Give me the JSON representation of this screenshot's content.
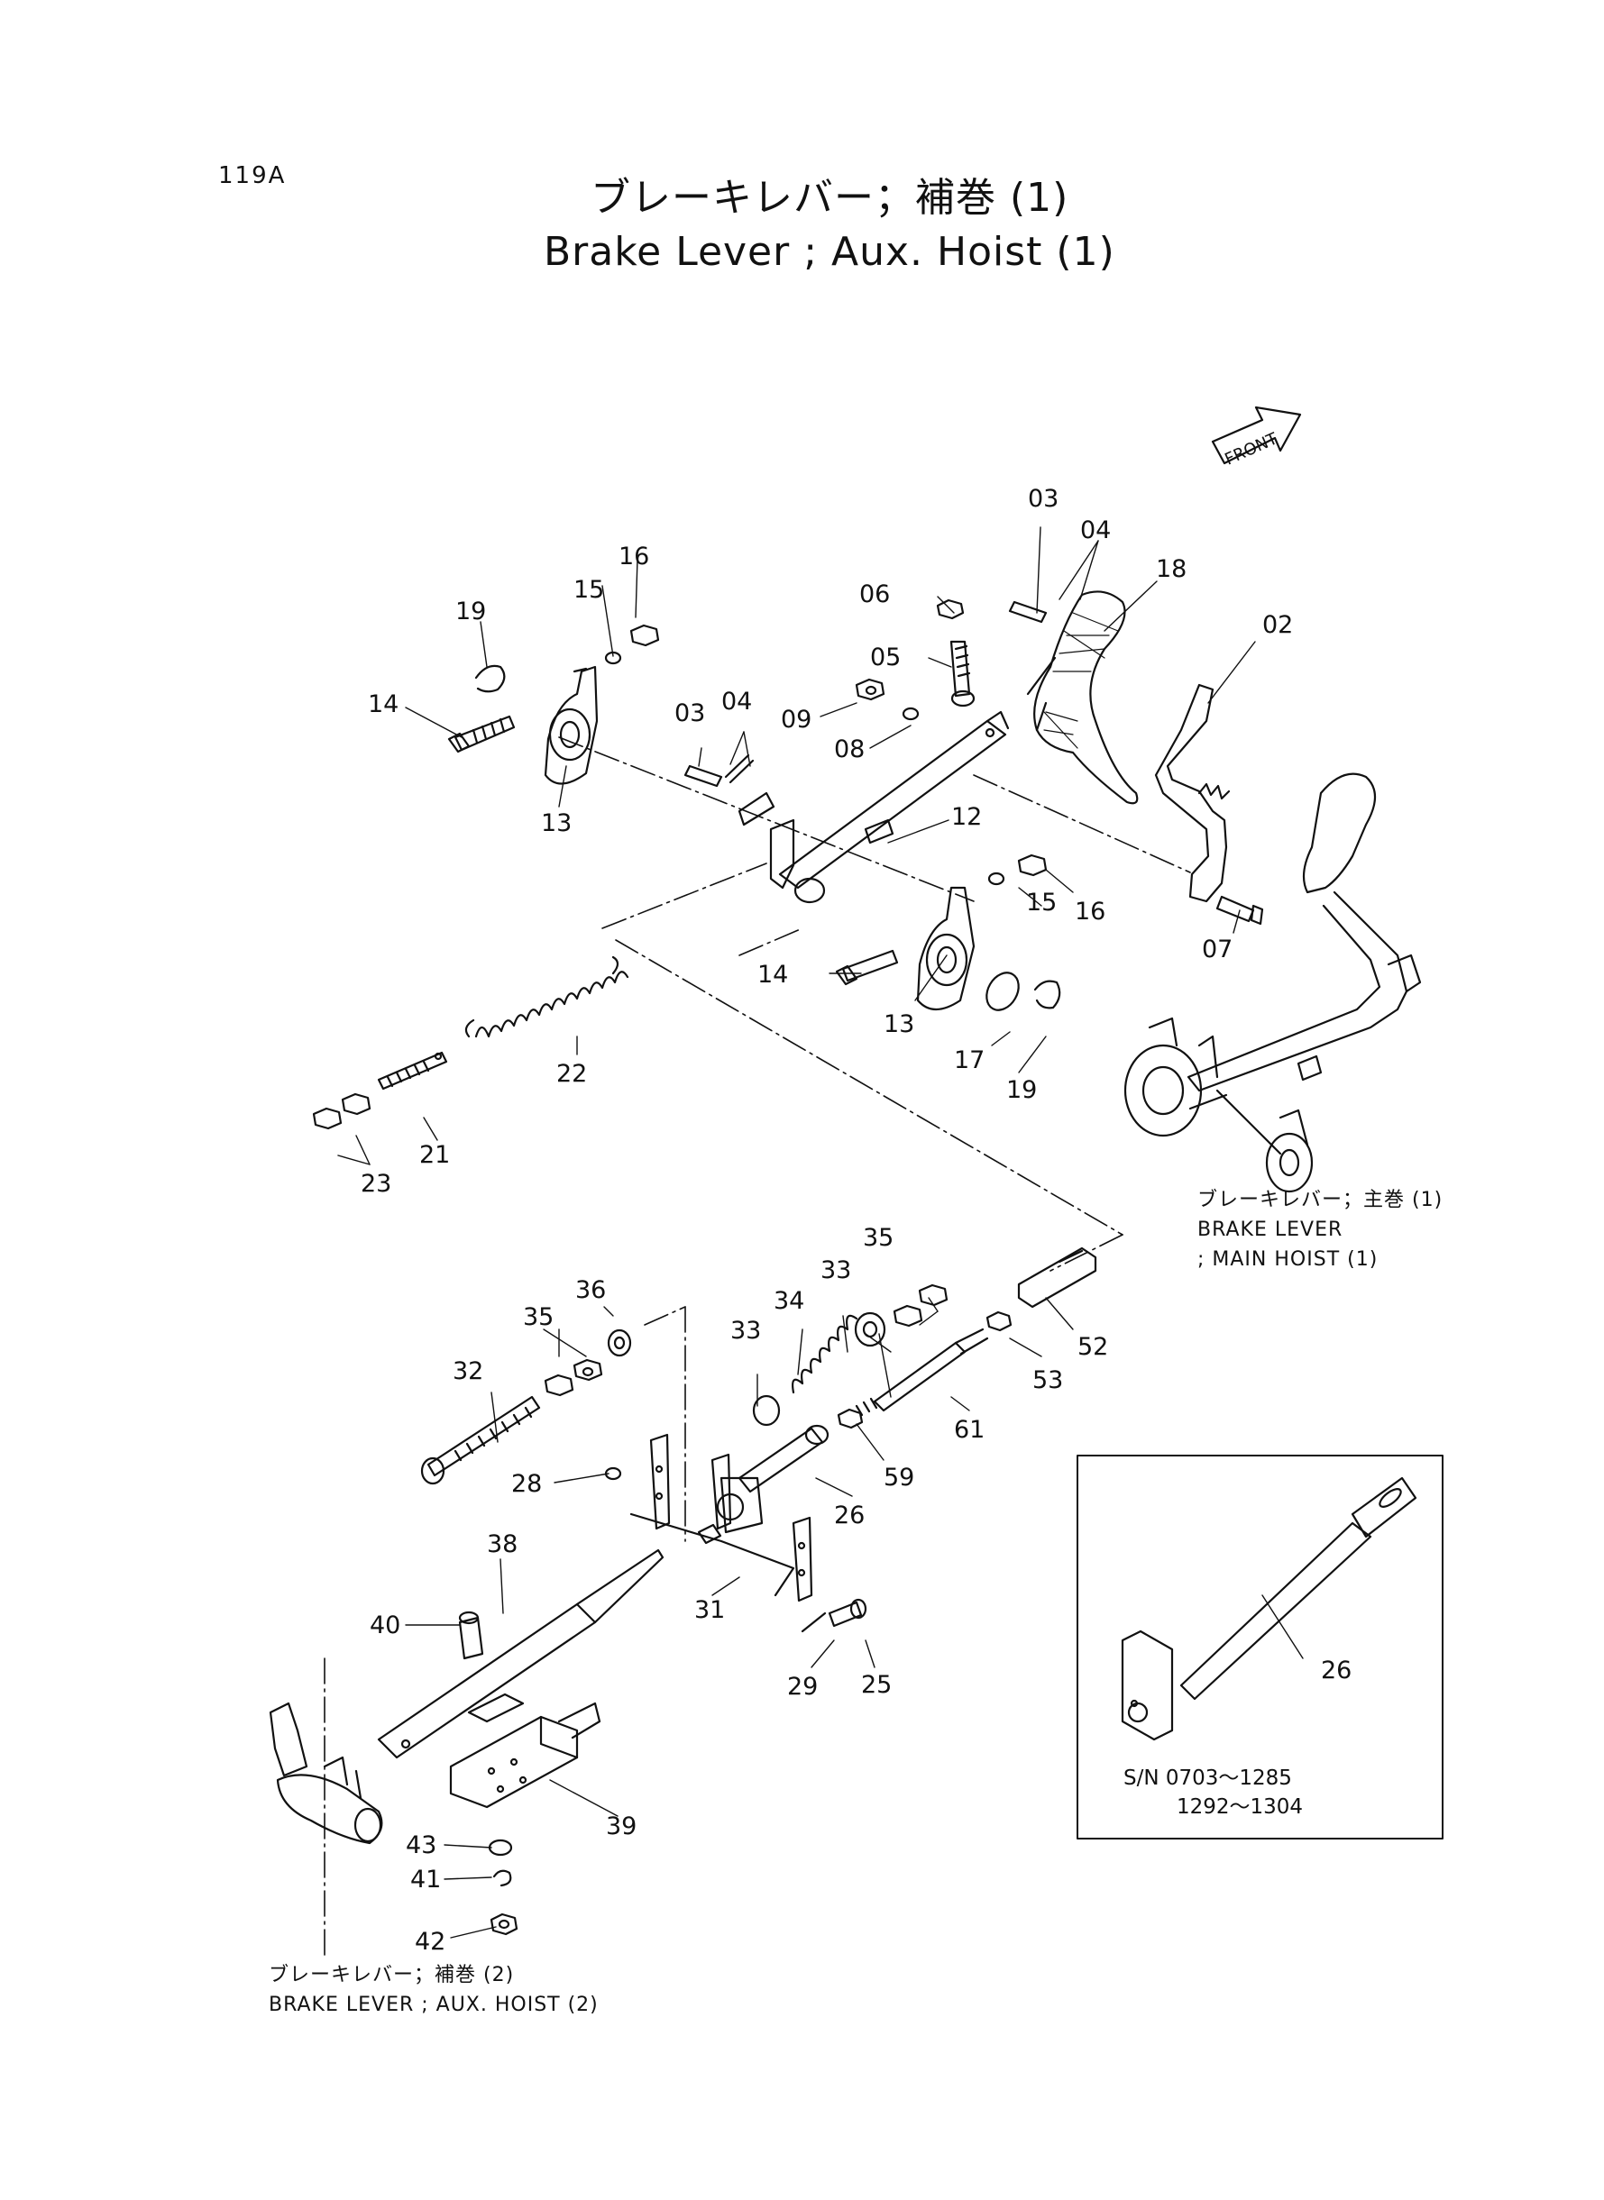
{
  "page_number": "119A",
  "title_jp": "ブレーキレバー；補巻 (1)",
  "title_en": "Brake Lever ; Aux. Hoist (1)",
  "front_label": "FRONT",
  "main_hoist_caption": {
    "line1": "ブレーキレバー；主巻 (1)",
    "line2": "BRAKE LEVER",
    "line3": "; MAIN HOIST (1)"
  },
  "aux2_caption": {
    "line1": "ブレーキレバー；補巻 (2)",
    "line2": "BRAKE LEVER ; AUX. HOIST (2)"
  },
  "inset": {
    "part_label": "26",
    "sn_line1": "S/N 0703～1285",
    "sn_line2": "1292～1304"
  },
  "part_labels": [
    {
      "id": "p03a",
      "text": "03"
    },
    {
      "id": "p04a",
      "text": "04"
    },
    {
      "id": "p18",
      "text": "18"
    },
    {
      "id": "p06",
      "text": "06"
    },
    {
      "id": "p02",
      "text": "02"
    },
    {
      "id": "p05",
      "text": "05"
    },
    {
      "id": "p09",
      "text": "09"
    },
    {
      "id": "p08",
      "text": "08"
    },
    {
      "id": "p03b",
      "text": "03"
    },
    {
      "id": "p04b",
      "text": "04"
    },
    {
      "id": "p16a",
      "text": "16"
    },
    {
      "id": "p15a",
      "text": "15"
    },
    {
      "id": "p19a",
      "text": "19"
    },
    {
      "id": "p14a",
      "text": "14"
    },
    {
      "id": "p13a",
      "text": "13"
    },
    {
      "id": "p12",
      "text": "12"
    },
    {
      "id": "p16b",
      "text": "16"
    },
    {
      "id": "p15b",
      "text": "15"
    },
    {
      "id": "p07",
      "text": "07"
    },
    {
      "id": "p14b",
      "text": "14"
    },
    {
      "id": "p13b",
      "text": "13"
    },
    {
      "id": "p17",
      "text": "17"
    },
    {
      "id": "p19b",
      "text": "19"
    },
    {
      "id": "p22",
      "text": "22"
    },
    {
      "id": "p21",
      "text": "21"
    },
    {
      "id": "p23",
      "text": "23"
    },
    {
      "id": "p35a",
      "text": "35"
    },
    {
      "id": "p36",
      "text": "36"
    },
    {
      "id": "p33a",
      "text": "33"
    },
    {
      "id": "p34",
      "text": "34"
    },
    {
      "id": "p35b",
      "text": "35"
    },
    {
      "id": "p33b",
      "text": "33"
    },
    {
      "id": "p32",
      "text": "32"
    },
    {
      "id": "p52",
      "text": "52"
    },
    {
      "id": "p53",
      "text": "53"
    },
    {
      "id": "p61",
      "text": "61"
    },
    {
      "id": "p59",
      "text": "59"
    },
    {
      "id": "p28",
      "text": "28"
    },
    {
      "id": "p26",
      "text": "26"
    },
    {
      "id": "p38",
      "text": "38"
    },
    {
      "id": "p31",
      "text": "31"
    },
    {
      "id": "p40",
      "text": "40"
    },
    {
      "id": "p29",
      "text": "29"
    },
    {
      "id": "p25",
      "text": "25"
    },
    {
      "id": "p39",
      "text": "39"
    },
    {
      "id": "p43",
      "text": "43"
    },
    {
      "id": "p41",
      "text": "41"
    },
    {
      "id": "p42",
      "text": "42"
    }
  ]
}
